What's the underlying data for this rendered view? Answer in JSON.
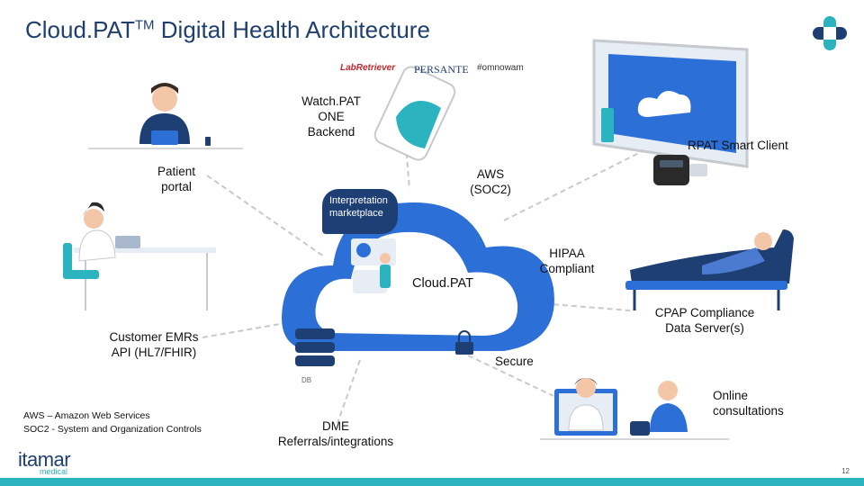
{
  "title": {
    "main": "Cloud.PAT",
    "sup": "TM",
    "rest": " Digital Health Architecture"
  },
  "partners": [
    "LabRetriever",
    "PERSANTE",
    "#omnowam"
  ],
  "nodes": {
    "backend": "Watch.PAT\nONE\nBackend",
    "smart_client": "RPAT Smart Client",
    "patient_portal": "Patient\nportal",
    "aws": "AWS\n(SOC2)",
    "marketplace": "Interpretation\nmarketplace",
    "hipaa": "HIPAA\nCompliant",
    "cloud": "Cloud.PAT",
    "cpap": "CPAP Compliance\nData Server(s)",
    "emr": "Customer EMRs\nAPI (HL7/FHIR)",
    "secure": "Secure",
    "db": "DB",
    "dme": "DME\nReferrals/integrations",
    "online": "Online\nconsultations"
  },
  "footnote": "AWS – Amazon Web Services\nSOC2 - System and Organization Controls",
  "logo": {
    "brand": "itamar",
    "sub": "medical"
  },
  "page_number": "12",
  "colors": {
    "accent": "#2bb3c0",
    "navy": "#1e3f73",
    "cloud": "#2c6fd6",
    "line": "#c6c9ce"
  }
}
